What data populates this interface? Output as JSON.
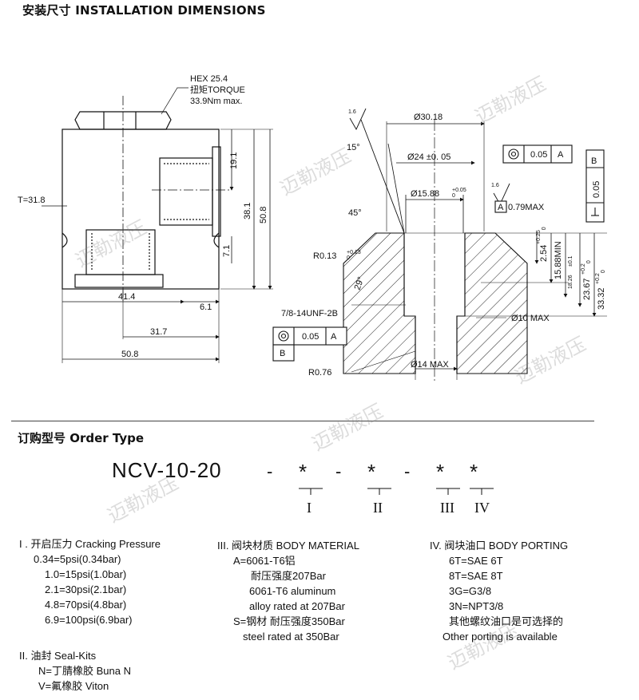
{
  "headings": {
    "install": "安装尺寸 INSTALLATION DIMENSIONS",
    "order": "订购型号 Order Type"
  },
  "drawing": {
    "hex_line1": "HEX 25.4",
    "hex_line2": "扭矩TORQUE",
    "hex_line3": "33.9Nm max.",
    "t_label": "T=31.8",
    "dim_19_1": "19.1",
    "dim_38_1": "38.1",
    "dim_50_8_v": "50.8",
    "dim_7_1": "7.1",
    "dim_41_4": "41.4",
    "dim_6_1": "6.1",
    "dim_31_7": "31.7",
    "dim_50_8_h": "50.8",
    "roughness1": "1.6",
    "roughness2": "1.6",
    "dia_30_18": "Ø30.18",
    "angle_15": "15°",
    "dia_24": "Ø24 ±0. 05",
    "tol_box1_val": "0.05",
    "tol_box1_ref": "A",
    "datum_b": "B",
    "tol_box2_val": "0.05",
    "dia_15_88": "Ø15.88",
    "dia_15_88_tol": "+0.05\n0",
    "max_0_79": "0.79MAX",
    "angle_45": "45°",
    "datum_a": "A",
    "r_0_13": "R0.13",
    "r_0_13_tol": "+0.13\n0",
    "angle_29": "29°",
    "dim_2_54": "2.54",
    "dim_2_54_tol": "+0.25\n0",
    "dim_15_88_min": "15.88MIN",
    "dim_18_26": "18.26",
    "dim_18_26_tol": "±0.1",
    "dim_23_67": "23.67",
    "dim_23_67_tol": "+0.2\n0",
    "dim_33_32": "33.32",
    "dim_33_32_tol": "+0.2\n0",
    "thread": "7/8-14UNF-2B",
    "dia_10_max": "Ø10 MAX",
    "tol_box3_val": "0.05",
    "tol_box3_ref": "A",
    "datum_b2": "B",
    "r_0_76": "R0.76",
    "dia_14_max": "Ø14 MAX"
  },
  "order": {
    "model": "NCV-10-20",
    "dash": "-",
    "star": "*",
    "roman": [
      "I",
      "II",
      "III",
      "IV"
    ]
  },
  "options": {
    "cracking": {
      "title": "I . 开启压力 Cracking Pressure",
      "items": [
        "0.34=5psi(0.34bar)",
        "1.0=15psi(1.0bar)",
        "2.1=30psi(2.1bar)",
        "4.8=70psi(4.8bar)",
        "6.9=100psi(6.9bar)"
      ]
    },
    "seal": {
      "title": "II. 油封 Seal-Kits",
      "items": [
        "N=丁腈橡胶 Buna N",
        "V=氟橡胶 Viton"
      ]
    },
    "material": {
      "title": "III. 阀块材质 BODY MATERIAL",
      "items": [
        "A=6061-T6铝",
        "耐压强度207Bar",
        "6061-T6 aluminum",
        "alloy rated at 207Bar",
        "S=钢材 耐压强度350Bar",
        "steel rated at 350Bar"
      ]
    },
    "porting": {
      "title": "IV. 阀块油口 BODY PORTING",
      "items": [
        "6T=SAE 6T",
        "8T=SAE 8T",
        "3G=G3/8",
        "3N=NPT3/8",
        "其他螺纹油口是可选择的",
        "Other porting is available"
      ]
    }
  },
  "watermark": "迈勒液压"
}
